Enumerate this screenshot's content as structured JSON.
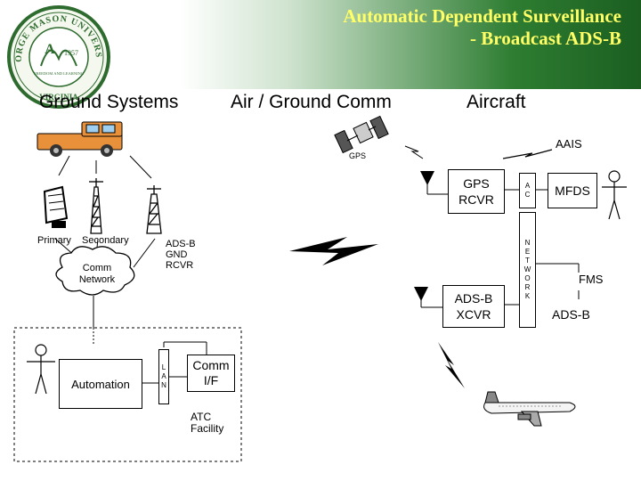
{
  "title": {
    "line1": "Automatic Dependent Surveillance",
    "line2": "- Broadcast ADS-B"
  },
  "seal": {
    "text": "GEORGE MASON UNIVERSITY",
    "year": "1957",
    "motto": "FREEDOM AND LEARNING",
    "state": "VIRGINIA"
  },
  "headers": {
    "ground": "Ground Systems",
    "air_ground": "Air / Ground Comm",
    "aircraft": "Aircraft"
  },
  "labels": {
    "gps": "GPS",
    "aais": "AAIS",
    "primary": "Primary",
    "secondary": "Secondary",
    "comm_network_1": "Comm",
    "comm_network_2": "Network",
    "adsb_gnd_rcvr_1": "ADS-B",
    "adsb_gnd_rcvr_2": "GND",
    "adsb_gnd_rcvr_3": "RCVR",
    "gps_rcvr_1": "GPS",
    "gps_rcvr_2": "RCVR",
    "ac": [
      "A",
      "C"
    ],
    "network": [
      "N",
      "E",
      "T",
      "W",
      "O",
      "R",
      "K"
    ],
    "mfds": "MFDS",
    "fms": "FMS",
    "adsb_xcvr_1": "ADS-B",
    "adsb_xcvr_2": "XCVR",
    "adsb": "ADS-B",
    "automation": "Automation",
    "lan": [
      "L",
      "A",
      "N"
    ],
    "comm_if_1": "Comm",
    "comm_if_2": "I/F",
    "atc_1": "ATC",
    "atc_2": "Facility"
  },
  "colors": {
    "banner_green": "#2e7d32",
    "title_yellow": "#ffff66",
    "truck_orange": "#e8913a"
  }
}
